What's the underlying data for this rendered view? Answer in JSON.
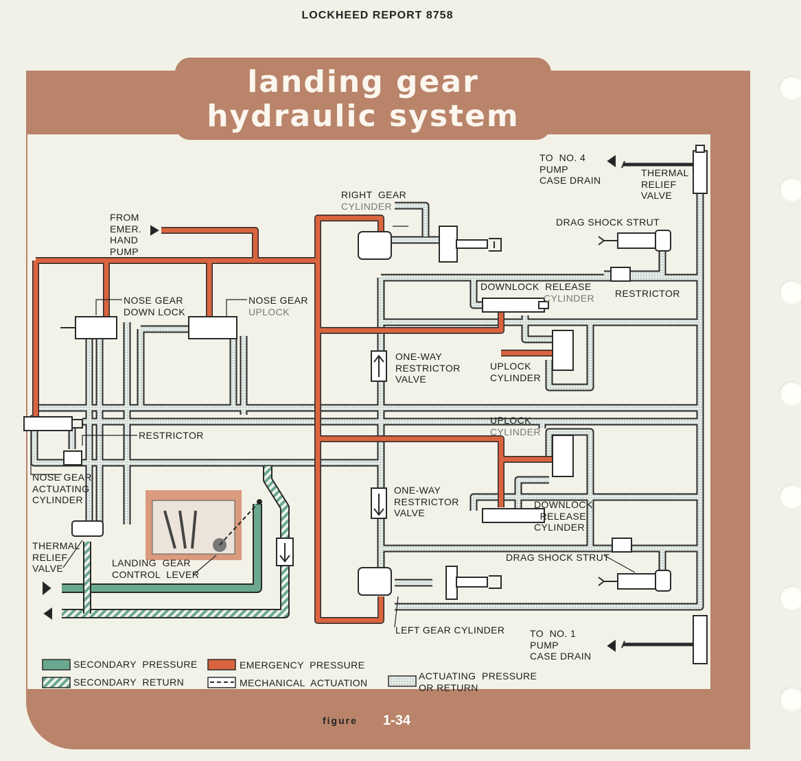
{
  "header": "LOCKHEED  REPORT  8758",
  "title": {
    "line1": "landing gear",
    "line2": "hydraulic system"
  },
  "labels": {
    "to_no4": "TO  NO. 4\nPUMP\nCASE DRAIN",
    "thermal_relief_top": "THERMAL\nRELIEF\nVALVE",
    "right_gear": "RIGHT  GEAR",
    "right_gear_cyl": "CYLINDER",
    "drag_shock_top": "DRAG SHOCK STRUT",
    "from_emer": "FROM\nEMER.\nHAND\nPUMP",
    "downlock_release_top": "DOWNLOCK  RELEASE",
    "downlock_release_top_cyl": "CYLINDER",
    "restrictor_right": "RESTRICTOR",
    "nose_down_lock": "NOSE GEAR\nDOWN LOCK",
    "nose_uplock": "NOSE GEAR",
    "nose_uplock2": "UPLOCK",
    "oneway_top": "ONE-WAY\nRESTRICTOR\nVALVE",
    "uplock_cyl_top": "UPLOCK\nCYLINDER",
    "restrictor_left": "RESTRICTOR",
    "uplock_cyl_bottom": "UPLOCK",
    "uplock_cyl_bottom2": "CYLINDER",
    "nose_actuating": "NOSE GEAR\nACTUATING\nCYLINDER",
    "oneway_bottom": "ONE-WAY\nRESTRICTOR\nVALVE",
    "downlock_release_bottom": "DOWNLOCK\n  RELEASE\nCYLINDER",
    "thermal_relief_left": "THERMAL\nRELIEF\nVALVE",
    "landing_gear_lever": "LANDING  GEAR\nCONTROL  LEVER",
    "drag_shock_bottom": "DRAG SHOCK STRUT",
    "left_gear_cyl": "LEFT GEAR CYLINDER",
    "to_no1": "TO  NO. 1\nPUMP\nCASE DRAIN"
  },
  "legend": {
    "secondary_pressure": "SECONDARY  PRESSURE",
    "secondary_return": "SECONDARY  RETURN",
    "emergency_pressure": "EMERGENCY  PRESSURE",
    "mechanical_actuation": "MECHANICAL  ACTUATION",
    "actuating": "ACTUATING  PRESSURE\nOR RETURN"
  },
  "figure": {
    "word": "figure",
    "number": "1-34"
  },
  "colors": {
    "frame": "#b9846a",
    "emergency": "#d9643f",
    "secondary": "#6aa98f",
    "actuating_fill": "#dfe7e3",
    "line": "#2a2a2a"
  }
}
